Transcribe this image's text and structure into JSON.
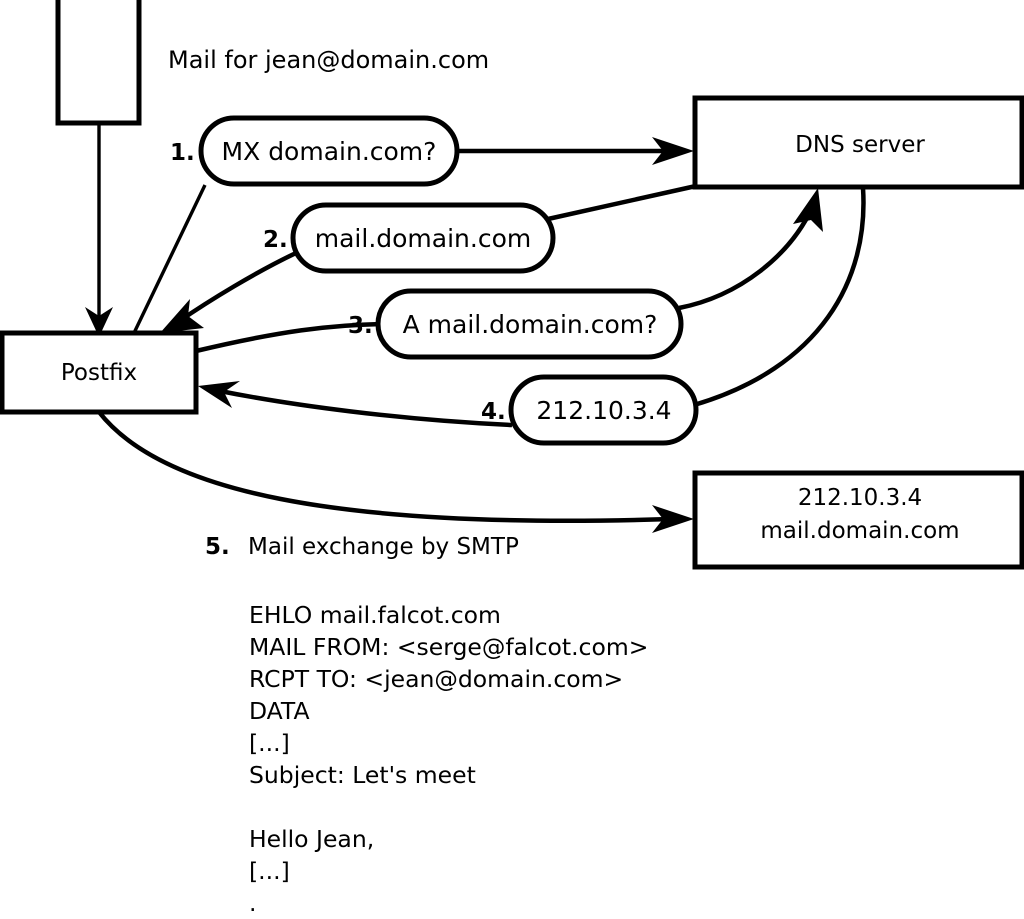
{
  "diagram": {
    "title": "Mail for jean@domain.com",
    "nodes": [
      {
        "id": "sender",
        "label": ""
      },
      {
        "id": "postfix",
        "label": "Postfix"
      },
      {
        "id": "dns",
        "label": "DNS server"
      },
      {
        "id": "target_line1",
        "label": "212.10.3.4"
      },
      {
        "id": "target_line2",
        "label": "mail.domain.com"
      }
    ],
    "steps": [
      {
        "num": "1.",
        "label": "MX domain.com?"
      },
      {
        "num": "2.",
        "label": "mail.domain.com"
      },
      {
        "num": "3.",
        "label": "A mail.domain.com?"
      },
      {
        "num": "4.",
        "label": "212.10.3.4"
      }
    ],
    "step5": {
      "num": "5.",
      "label": "Mail exchange by SMTP"
    },
    "transcript": [
      "EHLO mail.falcot.com",
      "MAIL FROM: <serge@falcot.com>",
      "RCPT TO: <jean@domain.com>",
      "DATA",
      "[...]",
      "Subject: Let's meet",
      "",
      "Hello Jean,",
      "[...]",
      "",
      "."
    ],
    "colors": {
      "stroke": "#000000",
      "fill": "#ffffff",
      "background": "#ffffff"
    }
  }
}
